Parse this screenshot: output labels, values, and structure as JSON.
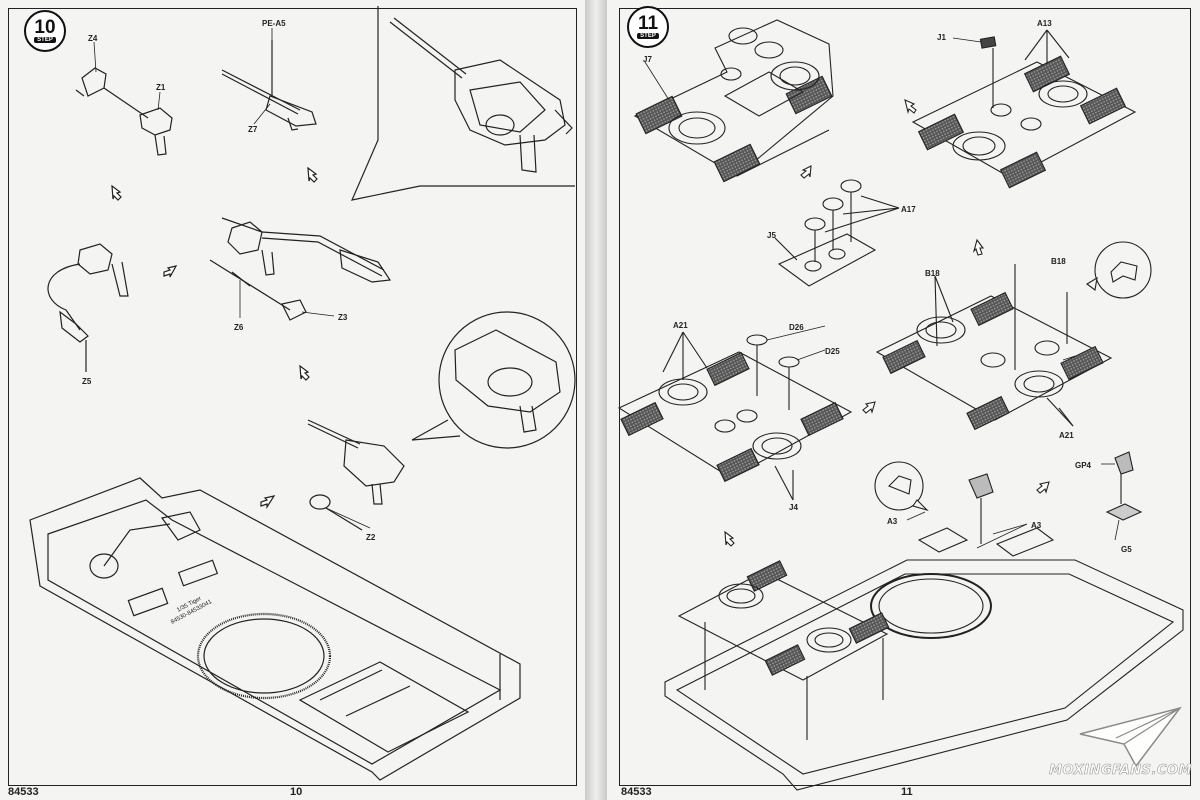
{
  "left_page": {
    "step_number": "10",
    "step_word": "STEP",
    "catalog_no": "84533",
    "page_no": "10",
    "part_labels": {
      "z4": "Z4",
      "z1": "Z1",
      "pe_a5": "PE-A5",
      "z7": "Z7",
      "z5": "Z5",
      "z6": "Z6",
      "z3": "Z3",
      "z2": "Z2"
    },
    "hull_text_1": "1/35 Tiger",
    "hull_text_2": "84530-84533041"
  },
  "right_page": {
    "step_number": "11",
    "step_word": "STEP",
    "catalog_no": "84533",
    "page_no": "11",
    "part_labels": {
      "j7": "J7",
      "j1": "J1",
      "a13": "A13",
      "a17": "A17",
      "j5": "J5",
      "b18_left": "B18",
      "b18_right": "B18",
      "a21_top": "A21",
      "a21_bottom": "A21",
      "d26": "D26",
      "d25": "D25",
      "j4": "J4",
      "gp4": "GP4",
      "g5": "G5",
      "a3_left": "A3",
      "a3_right": "A3"
    }
  },
  "watermark": {
    "text": "MOXINGFANS.COM"
  }
}
